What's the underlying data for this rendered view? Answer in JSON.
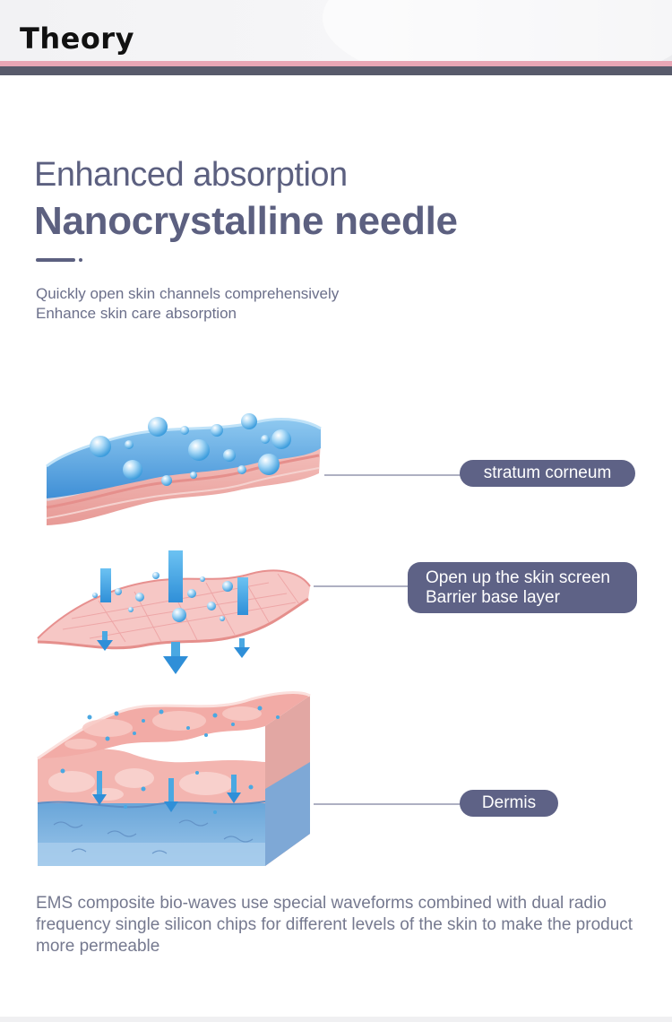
{
  "header": {
    "title": "Theory"
  },
  "hero": {
    "subtitle": "Enhanced absorption",
    "title": "Nanocrystalline needle",
    "lines": [
      "Quickly open skin channels comprehensively",
      "Enhance skin care absorption"
    ]
  },
  "labels": {
    "stratum": "stratum corneum",
    "barrier_line1": "Open up the skin screen",
    "barrier_line2": "Barrier base layer",
    "dermis": "Dermis"
  },
  "footer": {
    "text": "EMS composite bio-waves use special waveforms combined with dual radio frequency single silicon chips for different levels of the skin to make the product more permeable"
  },
  "colors": {
    "accent": "#5e6286",
    "header_stripe_pink": "#e9a6b5",
    "header_stripe_gray": "#585a6b",
    "water_blue": "#4aa8e2",
    "skin_pink": "#f2b3b0"
  }
}
